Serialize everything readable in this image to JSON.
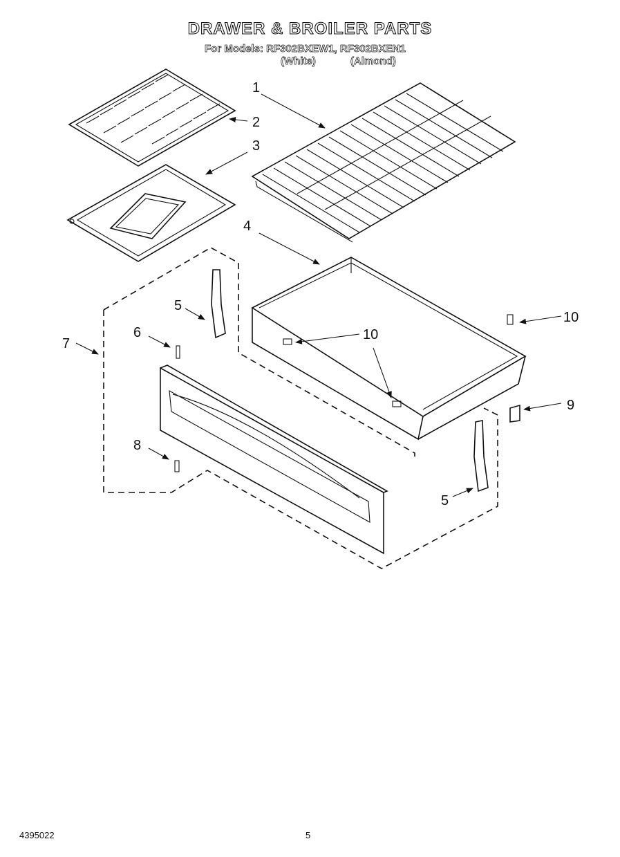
{
  "header": {
    "title": "DRAWER & BROILER PARTS",
    "models": "For Models: RF302BXEW1, RF302BXEN1",
    "finish_white": "(White)",
    "finish_almond": "(Almond)"
  },
  "callouts": [
    "1",
    "2",
    "3",
    "4",
    "5",
    "5",
    "6",
    "7",
    "8",
    "9",
    "10",
    "10"
  ],
  "footer": {
    "doc_number": "4395022",
    "page_number": "5"
  }
}
